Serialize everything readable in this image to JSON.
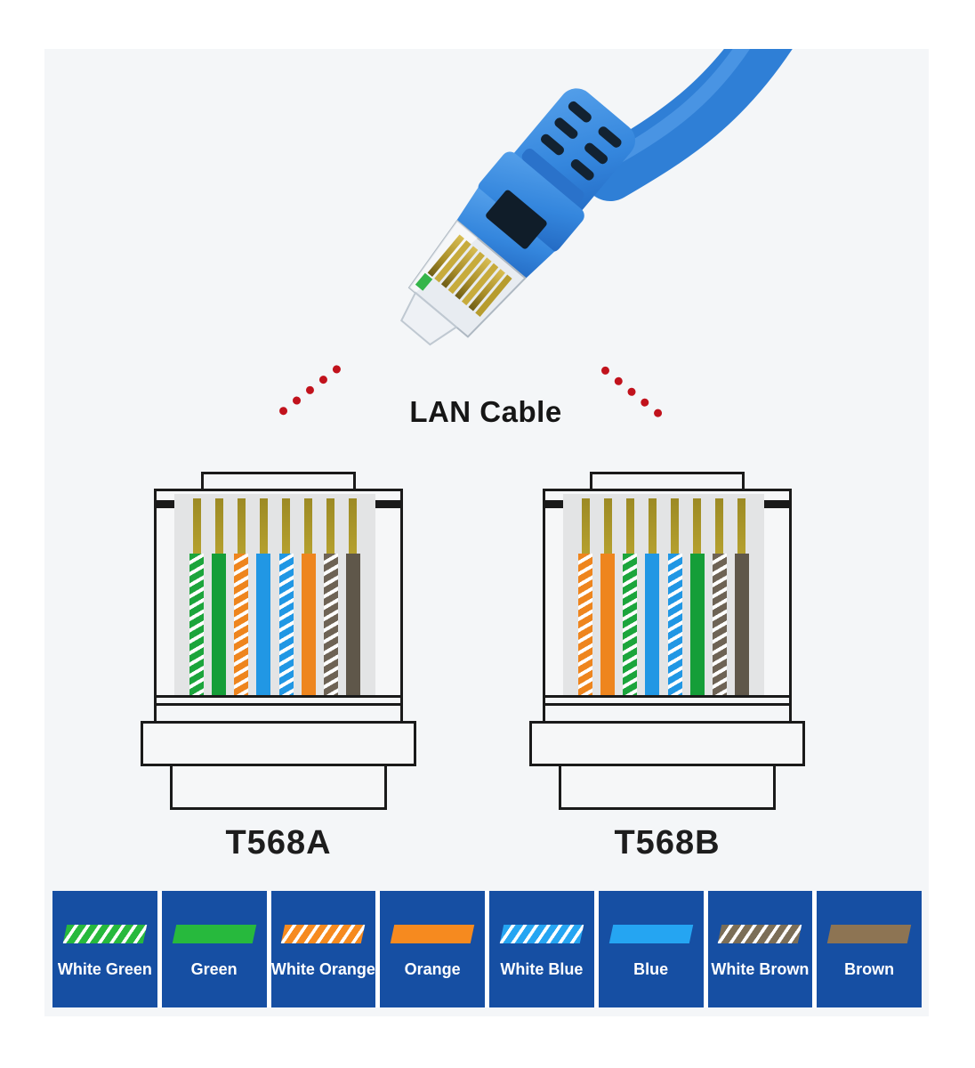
{
  "page": {
    "background": "#ffffff",
    "panel_background": "#f4f6f8"
  },
  "hero": {
    "caption": "LAN Cable",
    "cable_color": "#3486dd",
    "accent_red": "#c1121c"
  },
  "connectors": [
    {
      "label": "T568A",
      "wires": [
        "white_green",
        "green",
        "white_orange",
        "blue",
        "white_blue",
        "orange",
        "white_brown",
        "brown"
      ]
    },
    {
      "label": "T568B",
      "wires": [
        "white_orange",
        "orange",
        "white_green",
        "blue",
        "white_blue",
        "green",
        "white_brown",
        "brown"
      ]
    }
  ],
  "wire_palette": {
    "white_green": "#1ca53c",
    "green": "#159e38",
    "white_orange": "#ee851e",
    "orange": "#ee851e",
    "white_blue": "#2197e4",
    "blue": "#2197e4",
    "white_brown": "#6e6355",
    "brown": "#5f574a"
  },
  "legend": {
    "background": "#164fa3",
    "text_color": "#ffffff",
    "items": [
      {
        "key": "white_green",
        "label": "White Green"
      },
      {
        "key": "green",
        "label": "Green"
      },
      {
        "key": "white_orange",
        "label": "White Orange"
      },
      {
        "key": "orange",
        "label": "Orange"
      },
      {
        "key": "white_blue",
        "label": "White Blue"
      },
      {
        "key": "blue",
        "label": "Blue"
      },
      {
        "key": "white_brown",
        "label": "White Brown"
      },
      {
        "key": "brown",
        "label": "Brown"
      }
    ],
    "palette": {
      "white_green": "#27b93d",
      "green": "#27b93d",
      "white_orange": "#f68a1f",
      "orange": "#f68a1f",
      "white_blue": "#25a5f2",
      "blue": "#25a5f2",
      "white_brown": "#7b6e57",
      "brown": "#8d7453"
    }
  }
}
